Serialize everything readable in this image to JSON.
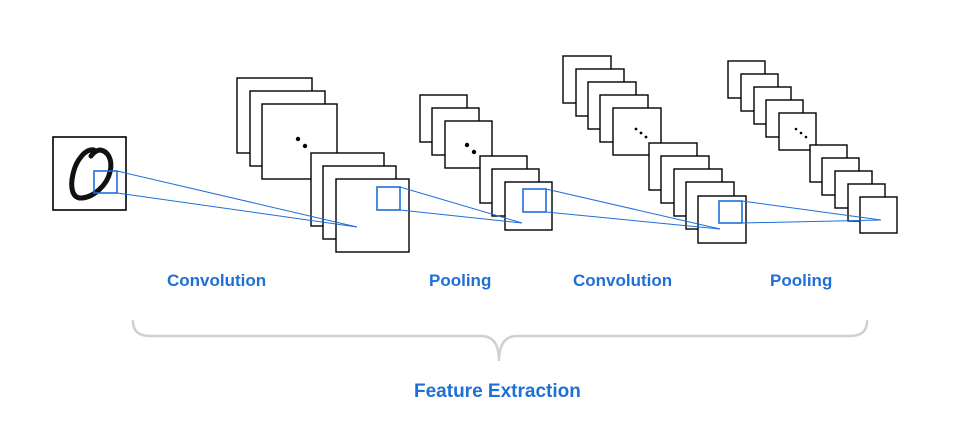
{
  "colors": {
    "accent": "#1f6fd8",
    "stroke": "#000000",
    "brace": "#d0d0d0",
    "background": "#ffffff"
  },
  "stages": [
    {
      "label": "Convolution"
    },
    {
      "label": "Pooling"
    },
    {
      "label": "Convolution"
    },
    {
      "label": "Pooling"
    }
  ],
  "group_label": "Feature Extraction",
  "input_image": {
    "description_icon": "handwritten-digit-zero-icon"
  }
}
